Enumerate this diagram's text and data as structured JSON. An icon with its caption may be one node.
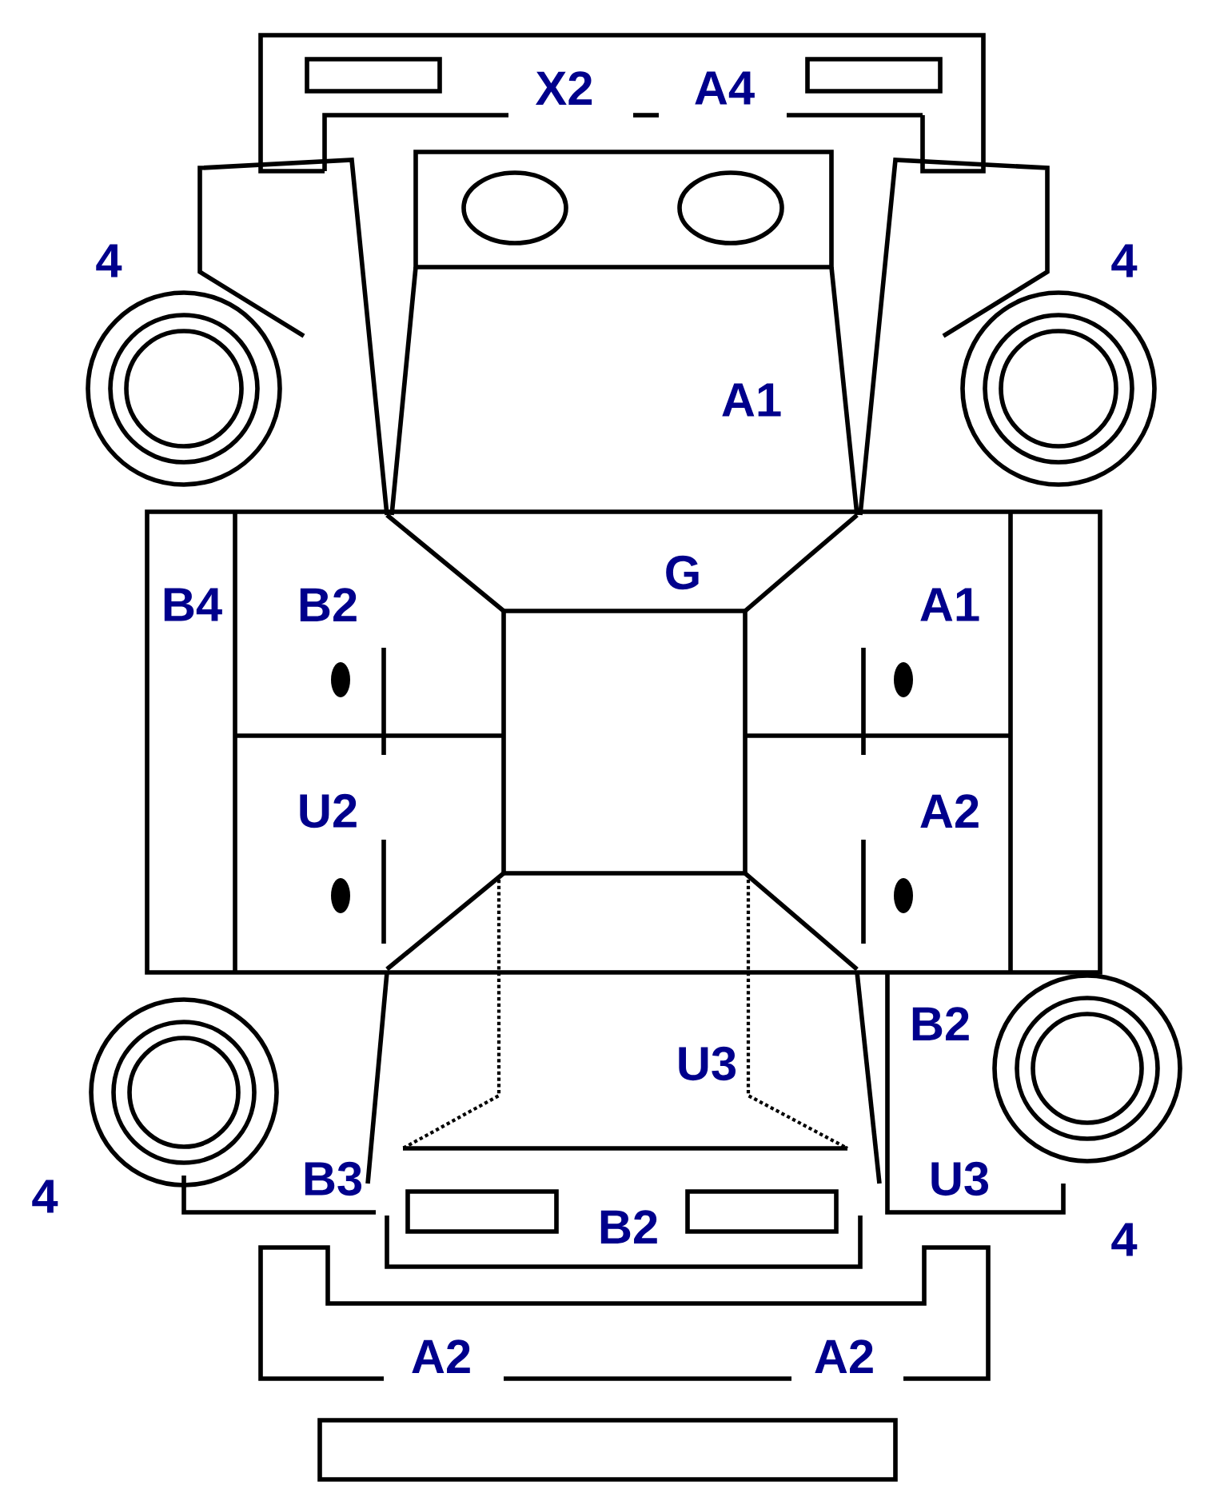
{
  "diagram": {
    "labels": [
      "X2",
      "A4",
      "4",
      "4",
      "A1",
      "G",
      "B4",
      "B2",
      "A1",
      "U2",
      "A2",
      "B2",
      "U3",
      "B3",
      "U3",
      "4",
      "B2",
      "4",
      "A2",
      "A2"
    ]
  }
}
